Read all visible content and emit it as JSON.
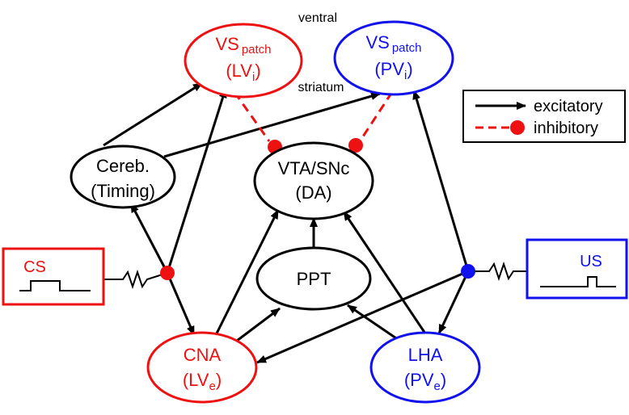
{
  "colors": {
    "black": "#000000",
    "red": "#ee1111",
    "blue": "#1111ee"
  },
  "nodes": {
    "vs_patch_lv": {
      "line1": "VS",
      "line1_sub": "patch",
      "line2": "(LV",
      "line2_sub": "i",
      "line2_end": ")",
      "color": "red"
    },
    "vs_patch_pv": {
      "line1": "VS",
      "line1_sub": "patch",
      "line2": "(PV",
      "line2_sub": "i",
      "line2_end": ")",
      "color": "blue"
    },
    "cereb": {
      "line1": "Cereb.",
      "line2": "(Timing)",
      "color": "black"
    },
    "vta": {
      "line1": "VTA/SNc",
      "line2": "(DA)",
      "color": "black"
    },
    "ppt": {
      "line1": "PPT",
      "color": "black"
    },
    "cna": {
      "line1": "CNA",
      "line2": "(LV",
      "line2_sub": "e",
      "line2_end": ")",
      "color": "red"
    },
    "lha": {
      "line1": "LHA",
      "line2": "(PV",
      "line2_sub": "e",
      "line2_end": ")",
      "color": "blue"
    }
  },
  "annotations": {
    "ventral": "ventral",
    "striatum": "striatum"
  },
  "inputs": {
    "cs": {
      "label": "CS",
      "color": "red"
    },
    "us": {
      "label": "US",
      "color": "blue"
    }
  },
  "legend": {
    "excitatory": "excitatory",
    "inhibitory": "inhibitory"
  }
}
